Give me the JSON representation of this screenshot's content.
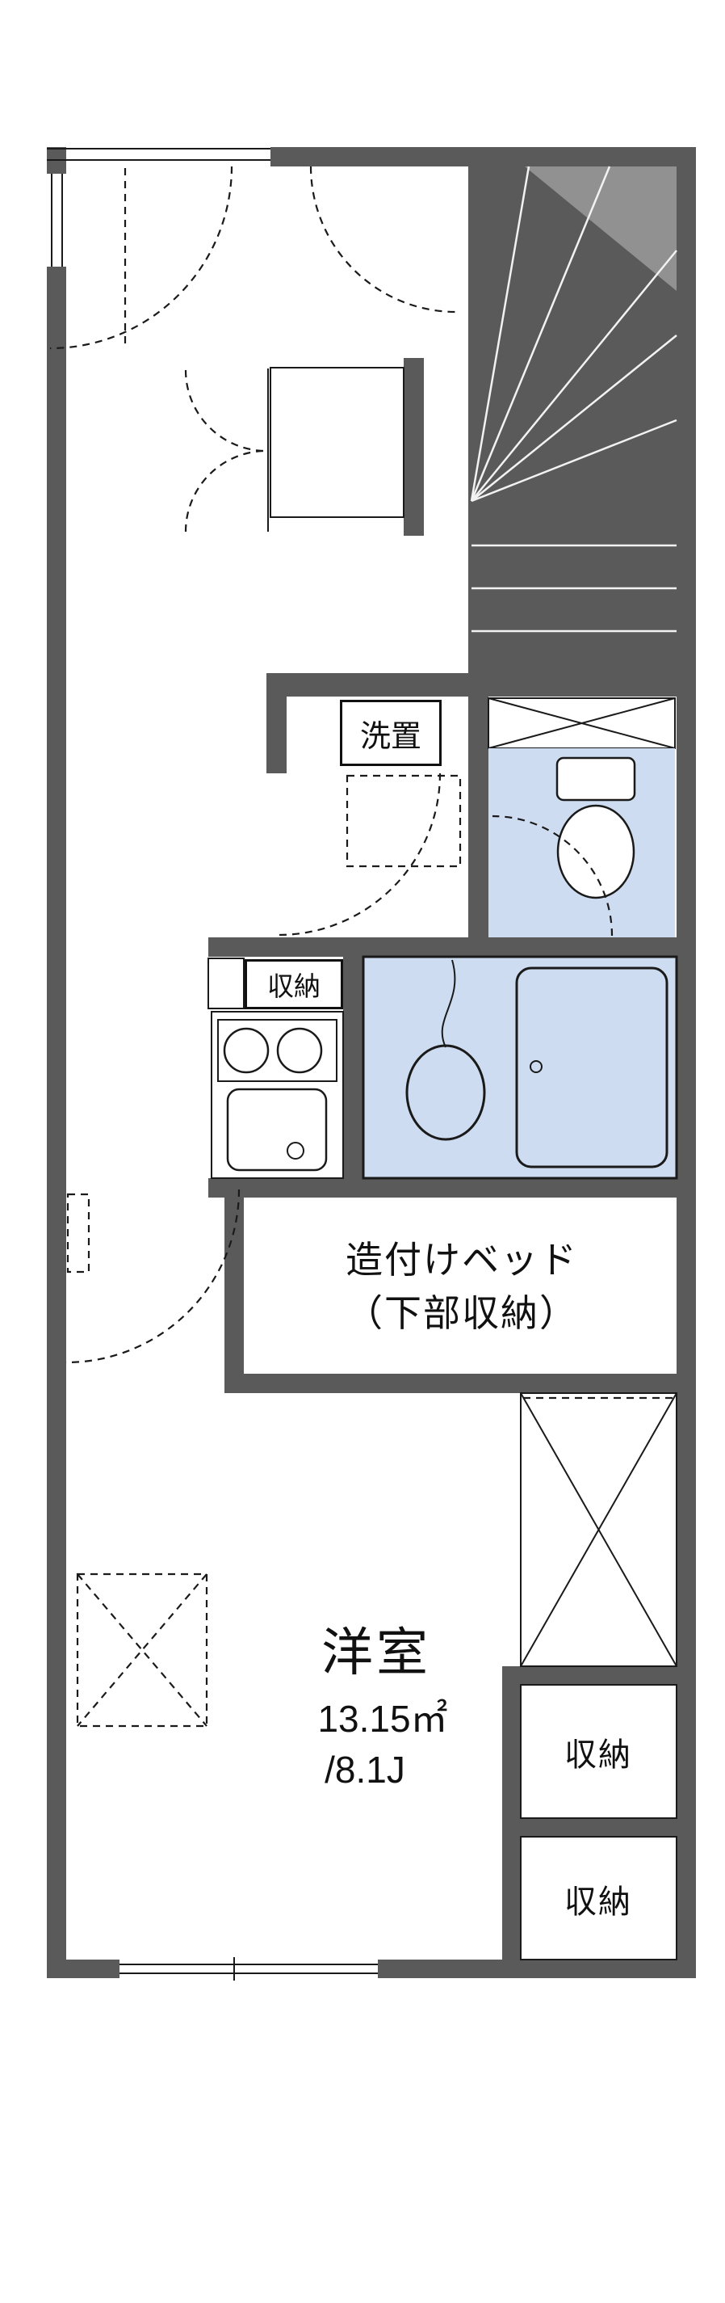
{
  "floor_plan": {
    "labels": {
      "washer_space": "洗置",
      "kitchen_storage": "収納",
      "built_in_bed": {
        "line1": "造付けベッド",
        "line2": "（下部収納）"
      },
      "main_room": {
        "name": "洋室",
        "area_sqm": "13.15㎡",
        "area_tatami": "/8.1J"
      },
      "closet_upper": "収納",
      "closet_lower": "収納"
    },
    "colors": {
      "wall": "#5a5a5a",
      "wet_area_fill": "#cddcf0",
      "storage_fill": "#f6e9cd",
      "stair_highlight": "#919191",
      "line": "#1a1a1a"
    }
  }
}
